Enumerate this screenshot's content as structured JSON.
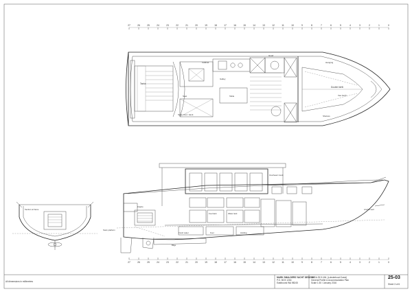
{
  "scale_top": [
    "27",
    "26",
    "25",
    "24",
    "23",
    "22",
    "21",
    "20",
    "19",
    "18",
    "17",
    "16",
    "15",
    "14",
    "13",
    "12",
    "11",
    "10",
    "9",
    "8",
    "7",
    "6",
    "5",
    "4",
    "3",
    "2",
    "1",
    "0"
  ],
  "scale_bottom": [
    "27",
    "26",
    "25",
    "24",
    "23",
    "22",
    "21",
    "20",
    "19",
    "18",
    "17",
    "16",
    "15",
    "14",
    "13",
    "12",
    "11",
    "10",
    "9",
    "8",
    "7",
    "6",
    "5",
    "4",
    "3",
    "2",
    "1",
    "0"
  ],
  "plan_labels": {
    "tanks": "Tanks",
    "galley": "Galley",
    "table": "Table",
    "double_berth": "Double berth",
    "head": "Head",
    "hanging": "Hanging",
    "shelves": "Shelves",
    "vberth": "Vee berth",
    "seat": "Seat",
    "cabinet": "Cabinet",
    "seat_note": "Seat / box / deck"
  },
  "profile_labels": {
    "freshwater": "Fresh water",
    "fuel": "Fuel",
    "holding": "Holding",
    "bilge": "Bilge",
    "engine": "Engine",
    "water_tank": "Water tank",
    "fuel_tank": "Fuel tank",
    "upper_note": "Overhead / deck",
    "bow_note": "Anchor well",
    "stern_note": "Swim platform",
    "section_note": "Section at frame"
  },
  "title_block": {
    "designer": "MARK SMALDERS YACHT DESIGNS",
    "address_1": "P.O. BOX 1264",
    "address_2": "Eastbound WA 98245",
    "project": "OLGA 25.5 LWL (Lobsterboat Guest)",
    "description": "General Profile & Accommodation Plan",
    "scale": "Scale 1:30 / January 2016",
    "sheet_number": "25-03",
    "sheet_sub": "Sheet 3 of 6",
    "footer_note": "All dimensions in millimetres"
  }
}
